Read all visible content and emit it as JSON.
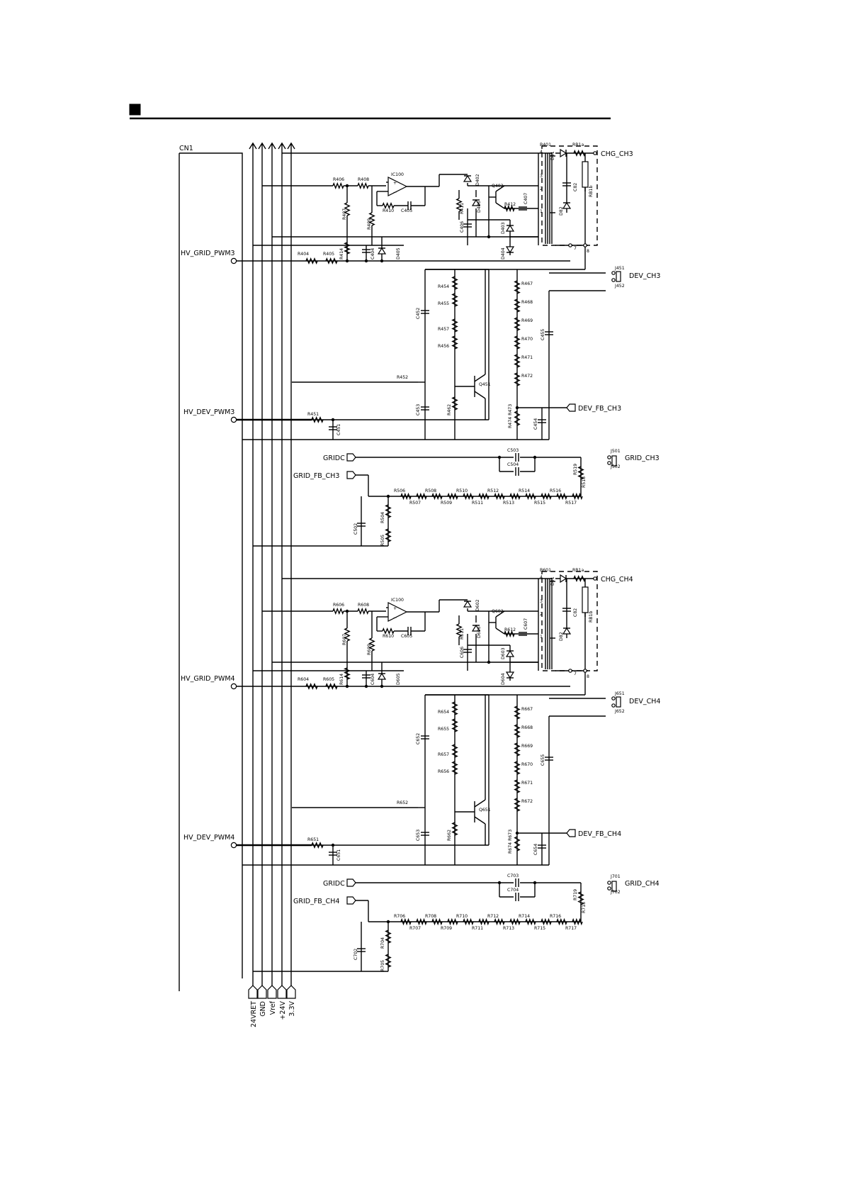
{
  "connector": {
    "name": "CN1"
  },
  "power_rails": [
    "24VRET",
    "GND",
    "Vref",
    "+24V",
    "3.3V"
  ],
  "input_signals": [
    "HV_GRID_PWM3",
    "HV_DEV_PWM3",
    "HV_GRID_PWM4",
    "HV_DEV_PWM4"
  ],
  "output_signals": [
    "CHG_CH3",
    "DEV_CH3",
    "DEV_FB_CH3",
    "GRID_CH3",
    "CHG_CH4",
    "DEV_CH4",
    "DEV_FB_CH4",
    "GRID_CH4"
  ],
  "feedback_inputs": [
    "GRIDC",
    "GRID_FB_CH3",
    "GRIDC",
    "GRID_FB_CH4"
  ],
  "connector_refs": [
    "J451",
    "J452",
    "J501",
    "J502",
    "J651",
    "J652",
    "J701",
    "J702"
  ],
  "ch3": {
    "grid": {
      "resistors": [
        "R406",
        "R408",
        "R407",
        "R409",
        "R410",
        "R404",
        "R405",
        "R414",
        "R411",
        "R412"
      ],
      "capacitors": [
        "C405",
        "C404",
        "C406",
        "C407"
      ],
      "diodes": [
        "D402",
        "D405",
        "D406",
        "D403",
        "D404"
      ],
      "ic": "IC100",
      "transistor": "Q402",
      "transformer": "B401",
      "rectifier": {
        "label": "RB1a",
        "diodes": [
          "D81",
          "D82"
        ],
        "cap": "C82",
        "res": "RB1b"
      },
      "pins": [
        "4",
        "3",
        "2",
        "1",
        "7",
        "8"
      ]
    },
    "dev": {
      "left_resistors": [
        "R454",
        "R455",
        "R457",
        "R456"
      ],
      "right_resistors": [
        "R467",
        "R468",
        "R469",
        "R470",
        "R471",
        "R472"
      ],
      "others": [
        "C452",
        "R452",
        "C453",
        "R462",
        "Q451",
        "R451",
        "C451",
        "R474 R473",
        "C454",
        "C455"
      ]
    },
    "gridfb": {
      "caps": [
        "C503",
        "C504",
        "C502"
      ],
      "chain_top": [
        "R506",
        "R508",
        "R510",
        "R512",
        "R514",
        "R516"
      ],
      "chain_bottom": [
        "R507",
        "R509",
        "R511",
        "R513",
        "R515",
        "R517"
      ],
      "others": [
        "R519",
        "R518",
        "R504",
        "R505"
      ]
    }
  },
  "ch4": {
    "grid": {
      "resistors": [
        "R606",
        "R608",
        "R607",
        "R609",
        "R610",
        "R604",
        "R605",
        "R614",
        "R611",
        "R612"
      ],
      "capacitors": [
        "C605",
        "C604",
        "C606",
        "C607"
      ],
      "diodes": [
        "D602",
        "D605",
        "D606",
        "D603",
        "D604"
      ],
      "ic": "IC100",
      "transistor": "Q602",
      "transformer": "B601",
      "rectifier": {
        "label": "RB1a",
        "diodes": [
          "D81",
          "D82"
        ],
        "cap": "C82",
        "res": "RB1b"
      },
      "pins": [
        "4",
        "3",
        "2",
        "1",
        "7",
        "8"
      ]
    },
    "dev": {
      "left_resistors": [
        "R654",
        "R655",
        "R657",
        "R656"
      ],
      "right_resistors": [
        "R667",
        "R668",
        "R669",
        "R670",
        "R671",
        "R672"
      ],
      "others": [
        "C652",
        "R652",
        "C653",
        "R662",
        "Q651",
        "R651",
        "C651",
        "R674 R673",
        "C654",
        "C655"
      ]
    },
    "gridfb": {
      "caps": [
        "C703",
        "C704",
        "C702"
      ],
      "chain_top": [
        "R706",
        "R708",
        "R710",
        "R712",
        "R714",
        "R716"
      ],
      "chain_bottom": [
        "R707",
        "R709",
        "R711",
        "R713",
        "R715",
        "R717"
      ],
      "others": [
        "R719",
        "R718",
        "R704",
        "R705"
      ]
    }
  }
}
